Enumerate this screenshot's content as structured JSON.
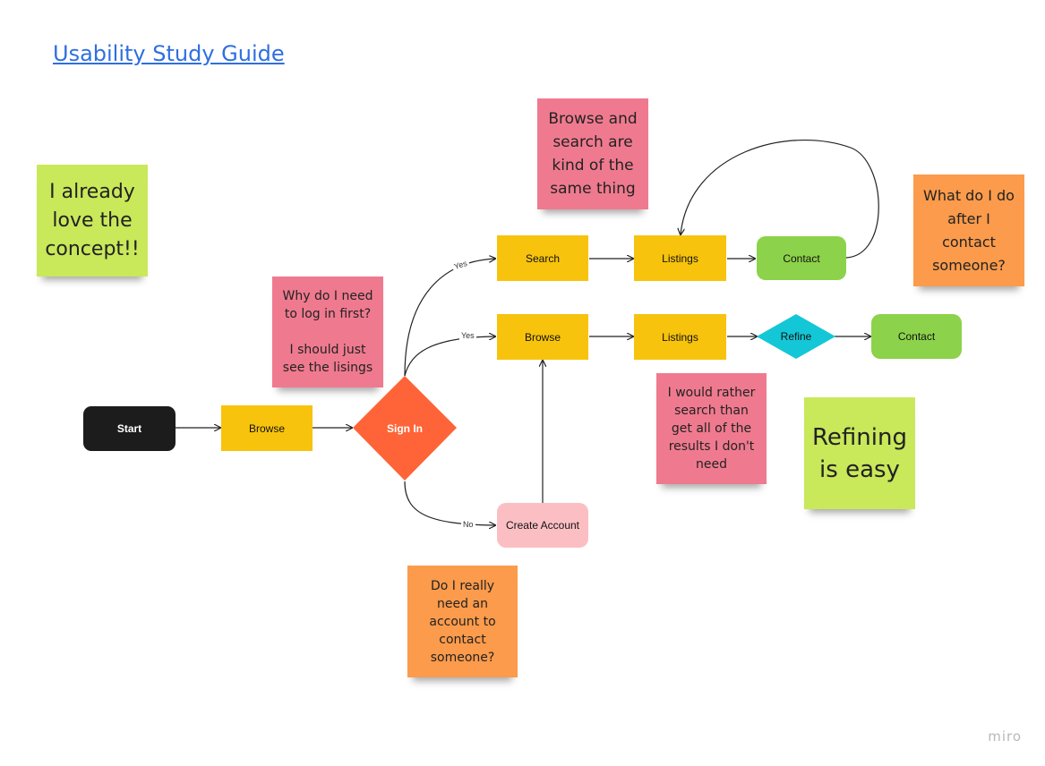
{
  "title": "Usability Study Guide",
  "watermark": "miro",
  "nodes": {
    "start": "Start",
    "browse_entry": "Browse",
    "sign_in": "Sign In",
    "search": "Search",
    "listings_top": "Listings",
    "contact_top": "Contact",
    "browse": "Browse",
    "listings_mid": "Listings",
    "refine": "Refine",
    "contact_mid": "Contact",
    "create_account": "Create Account"
  },
  "edge_labels": {
    "yes_search": "Yes",
    "yes_browse": "Yes",
    "no_create": "No"
  },
  "stickies": {
    "love_concept": "I already love the concept!!",
    "browse_search_same": "Browse and search are kind of the same thing",
    "what_after_contact": "What do I do after I contact someone?",
    "why_login": "Why do I need to log in first?\n\nI should just see the lisings",
    "rather_search": "I would rather search than get all of the results I don't need",
    "refining_easy": "Refining is easy",
    "need_account": "Do I really need an account to contact someone?"
  },
  "colors": {
    "process": "#f7c30c",
    "start": "#1c1c1c",
    "decision_sign_in": "#fe6437",
    "decision_refine": "#13c7d6",
    "contact": "#8cd24a",
    "create_account": "#fbbfc3",
    "sticky_pink": "#ef7a8f",
    "sticky_orange": "#fb9b4b",
    "sticky_lime": "#c9e85a",
    "title_link": "#2f6fe0"
  }
}
